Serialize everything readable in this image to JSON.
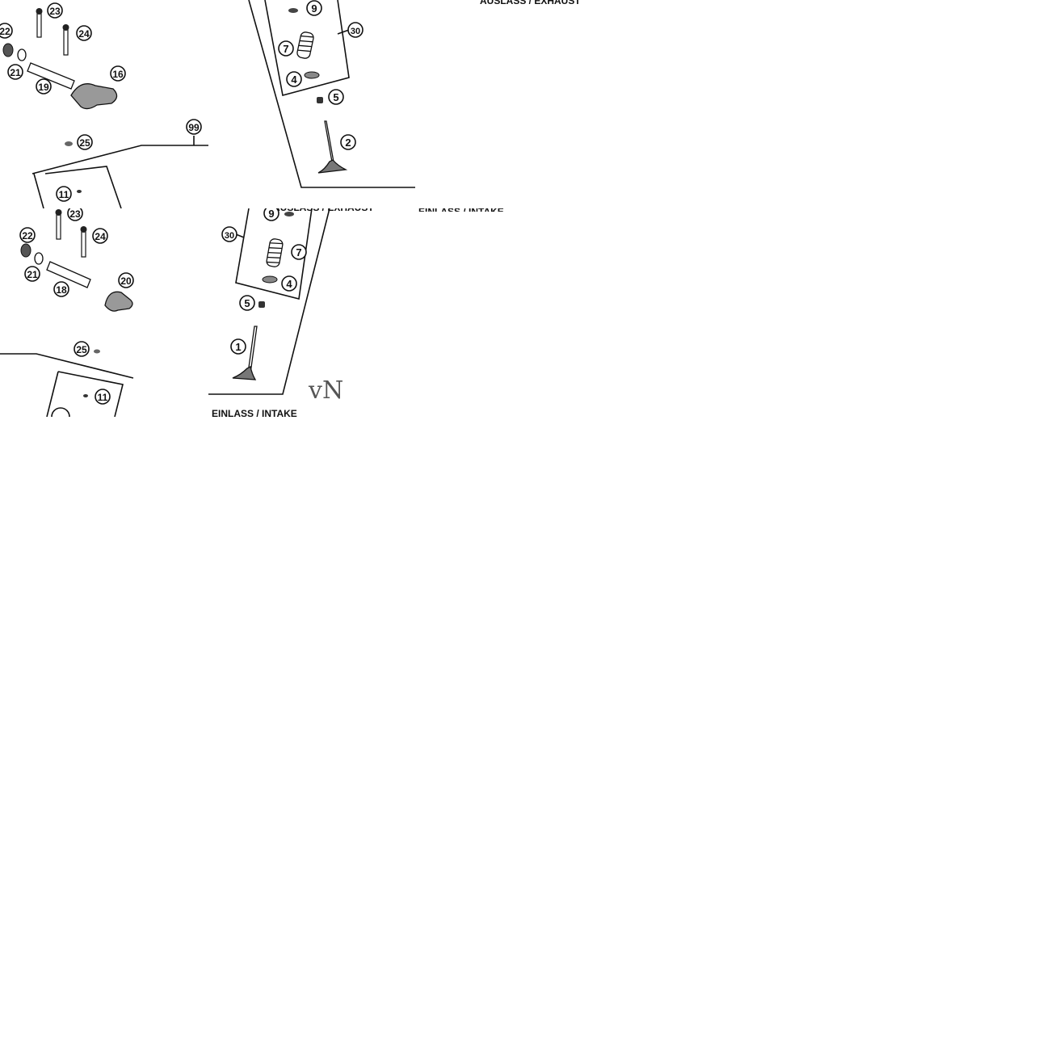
{
  "captions": {
    "exhaust": "AUSLASS / EXHAUST",
    "intake": "EINLASS / INTAKE"
  },
  "mark": "vN",
  "parts": {
    "p1": "1",
    "p2": "2",
    "p4": "4",
    "p5": "5",
    "p7": "7",
    "p9": "9",
    "p11": "11",
    "p18": "18",
    "p19": "19",
    "p16": "16",
    "p20": "20",
    "p21": "21",
    "p22": "22",
    "p23": "23",
    "p24": "24",
    "p25": "25",
    "p30": "30",
    "p99": "99"
  }
}
